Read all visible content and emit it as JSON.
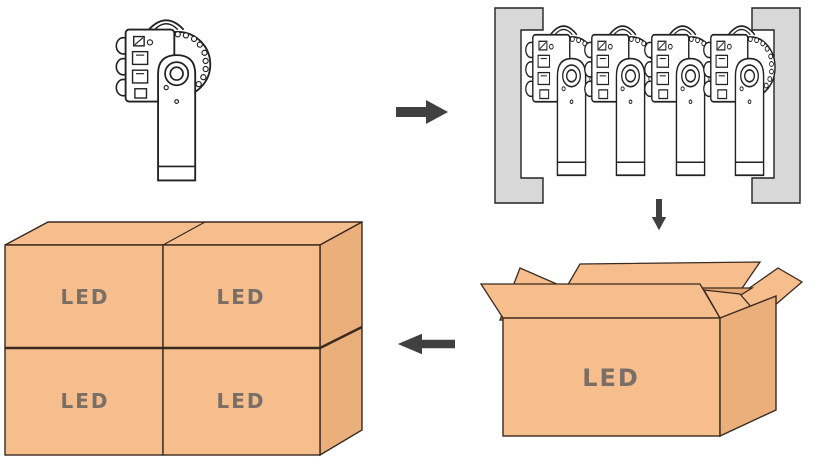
{
  "labels": {
    "stack_box_top_left": "LED",
    "stack_box_top_right": "LED",
    "stack_box_bottom_left": "LED",
    "stack_box_bottom_right": "LED",
    "open_box": "LED"
  },
  "colors": {
    "box_fill": "#F5BE8C",
    "box_side": "#EBAF7C",
    "box_stroke": "#3a2a20",
    "label_text": "#7a6f66",
    "arrow": "#404040",
    "tray": "#d8d8d8"
  }
}
